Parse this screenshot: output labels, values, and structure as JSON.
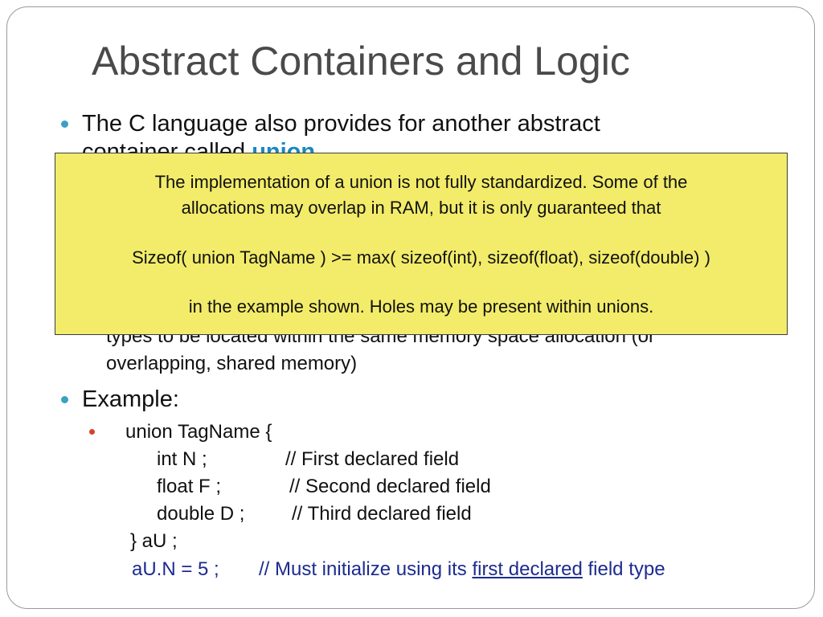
{
  "slide": {
    "title": "Abstract Containers and Logic",
    "bullets": {
      "b1_line1": "The C language also provides for another abstract",
      "b1_line2_pre": "container called ",
      "b1_line2_kw": "union",
      "b1_line2_post": ".",
      "b2_line1": "types to be located within the same memory space allocation (or",
      "b2_line2": "overlapping, shared memory)",
      "example": "Example:"
    },
    "code": {
      "line1": "union TagName {",
      "line2_code": "int  N ;",
      "line2_comment": "// First declared field",
      "line3_code": "float  F ;",
      "line3_comment": "//  Second declared field",
      "line4_code": "double  D ;",
      "line4_comment": "//   Third declared field",
      "line5": "} aU ;",
      "line6_code": "aU.N = 5 ;",
      "line6_comment_pre": "// Must initialize using its ",
      "line6_comment_underline": "first declared",
      "line6_comment_post": " field type"
    }
  },
  "note": {
    "line1": "The implementation of a union is not fully standardized.  Some of the",
    "line2": "allocations may overlap in RAM, but it is only guaranteed that",
    "line3": "Sizeof( union TagName ) >= max( sizeof(int), sizeof(float), sizeof(double) )",
    "line4": "in the example shown.  Holes may be present within unions."
  },
  "colors": {
    "accent_bullet": "#3aa1c0",
    "sub_bullet": "#d6432b",
    "keyword": "#1a86c0",
    "note_background": "#f2ec6a",
    "code_highlight": "#1c2b8f"
  }
}
